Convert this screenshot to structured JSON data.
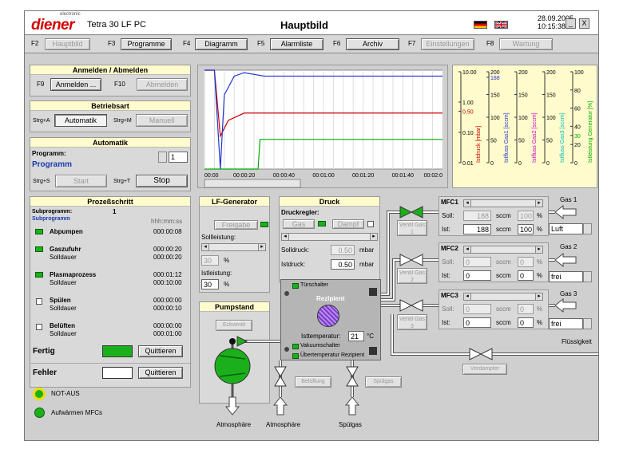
{
  "header": {
    "logo": "diener",
    "logo_sub": "electronic",
    "app_title": "Tetra 30 LF PC",
    "page_title": "Hauptbild",
    "date": "28.09.2005",
    "time": "10:15:38",
    "minimize": "_",
    "close": "X"
  },
  "fkeys": [
    {
      "key": "F2",
      "label": "Hauptbild",
      "enabled": false
    },
    {
      "key": "F3",
      "label": "Programme",
      "enabled": true
    },
    {
      "key": "F4",
      "label": "Diagramm",
      "enabled": true
    },
    {
      "key": "F5",
      "label": "Alarmliste",
      "enabled": true
    },
    {
      "key": "F6",
      "label": "Archiv",
      "enabled": true
    },
    {
      "key": "F7",
      "label": "Einstellungen",
      "enabled": false
    },
    {
      "key": "F8",
      "label": "Wartung",
      "enabled": false
    }
  ],
  "anmelden": {
    "title": "Anmelden / Abmelden",
    "f9": "F9",
    "login": "Anmelden ...",
    "f10": "F10",
    "logout": "Abmelden"
  },
  "betriebsart": {
    "title": "Betriebsart",
    "k1": "Strg+A",
    "auto": "Automatik",
    "k2": "Strg+M",
    "manuell": "Manuell"
  },
  "automatik": {
    "title": "Automatik",
    "programm_label": "Programm:",
    "programm_name": "Programm",
    "value": "1",
    "k1": "Strg+S",
    "start": "Start",
    "k2": "Strg+T",
    "stop": "Stop"
  },
  "prozess": {
    "title": "Prozeßschritt",
    "sub_label": "Subprogramm:",
    "sub_value": "1",
    "sub_name": "Subprogramm",
    "time_format": "hhh:mm:ss",
    "steps": [
      {
        "name": "Abpumpen",
        "line2": "",
        "t1": "000:00:08",
        "t2": ""
      },
      {
        "name": "Gaszufuhr",
        "line2": "Solldauer",
        "t1": "000:00:20",
        "t2": "000:00:20"
      },
      {
        "name": "Plasmaprozess",
        "line2": "Solldauer",
        "t1": "000:01:12",
        "t2": "000:10:00"
      },
      {
        "name": "Spülen",
        "line2": "Solldauer",
        "t1": "000:00:00",
        "t2": "000:00:10"
      },
      {
        "name": "Belüften",
        "line2": "Solldauer",
        "t1": "000:00:00",
        "t2": "000:01:00"
      }
    ],
    "fertig": "Fertig",
    "quit1": "Quittieren",
    "fehler": "Fehler",
    "quit2": "Quittieren"
  },
  "status": {
    "notaus": "NOT-AUS",
    "warm": "Aufwärmen MFCs"
  },
  "chart_data": {
    "type": "line",
    "x_ticks": [
      "00:00",
      "00:00:20",
      "00:00:40",
      "00:01:00",
      "00:01:20",
      "00:01:40",
      "00:02:0"
    ],
    "axes": [
      {
        "label": "Istdruck [mbar]",
        "ticks": [
          "10.00",
          "1.00",
          "0.50",
          "0.10",
          "0.01"
        ],
        "color": "#cc0000"
      },
      {
        "label": "Istfluss Gas1 [sccm]",
        "ticks": [
          "200",
          "188",
          "150",
          "100",
          "50",
          "0"
        ],
        "color": "#2233cc"
      },
      {
        "label": "Istfluss Gas2 [sccm]",
        "ticks": [
          "200",
          "150",
          "100",
          "50",
          "0"
        ],
        "color": "#cc00cc"
      },
      {
        "label": "Istfluss Gas3 [sccm]",
        "ticks": [
          "200",
          "150",
          "100",
          "50",
          "0"
        ],
        "color": "#00bbbb"
      },
      {
        "label": "Istleistung Generator [%]",
        "ticks": [
          "100",
          "80",
          "60",
          "40",
          "30",
          "20",
          "0"
        ],
        "color": "#00aa00"
      }
    ],
    "series": [
      {
        "axis": "Istdruck [mbar]",
        "color": "#cc0000",
        "x": [
          0,
          5,
          8,
          12,
          20,
          40,
          100,
          120
        ],
        "y": [
          10,
          10,
          0.1,
          0.3,
          0.5,
          0.5,
          0.5,
          0.5
        ]
      },
      {
        "axis": "Istfluss Gas1 [sccm]",
        "color": "#2233cc",
        "x": [
          0,
          5,
          8,
          10,
          15,
          20,
          30,
          120
        ],
        "y": [
          200,
          200,
          0,
          150,
          188,
          195,
          188,
          188
        ]
      },
      {
        "axis": "Istleistung Generator [%]",
        "color": "#00aa00",
        "x": [
          0,
          27,
          28,
          120
        ],
        "y": [
          0,
          0,
          30,
          30
        ]
      }
    ]
  },
  "lfgen": {
    "title": "LF-Generator",
    "freigabe": "Freigabe",
    "soll_label": "Sollleistung:",
    "soll": "30",
    "unit": "%",
    "ist_label": "Istleistung:",
    "ist": "30"
  },
  "druck": {
    "title": "Druck",
    "regler": "Druckregler:",
    "gas": "Gas",
    "dampf": "Dampf",
    "solldruck_label": "Solldruck:",
    "solldruck": "0.50",
    "istdruck_label": "Istdruck:",
    "istdruck": "0.50",
    "unit": "mbar"
  },
  "pumpstand": {
    "title": "Pumpstand",
    "eckventil": "Eckventil"
  },
  "rezipient": {
    "tuer": "Türschalter",
    "title": "Rezipient",
    "temp_label": "Isttemperatur:",
    "temp": "21",
    "temp_unit": "°C",
    "vakuum": "Vakuumschalter",
    "uebertemp": "Übertemperatur Rezipient"
  },
  "mfc": [
    {
      "title": "MFC1",
      "soll": "188",
      "ist": "188",
      "p1": "100",
      "p2": "100",
      "gas": "Gas 1",
      "sel": "Luft",
      "valve": "Ventil Gas 1"
    },
    {
      "title": "MFC2",
      "soll": "0",
      "ist": "0",
      "p1": "0",
      "p2": "0",
      "gas": "Gas 2",
      "sel": "frei",
      "valve": "Ventil Gas 2"
    },
    {
      "title": "MFC3",
      "soll": "0",
      "ist": "0",
      "p1": "0",
      "p2": "0",
      "gas": "Gas 3",
      "sel": "frei",
      "valve": "Ventil Gas 3"
    }
  ],
  "mfc_labels": {
    "soll": "Soll:",
    "ist": "Ist:",
    "unit": "sccm",
    "pct": "%"
  },
  "bottom": {
    "belueftung": "Belüftung",
    "spuelgas_btn": "Spülgas",
    "atm1": "Atmosphäre",
    "atm2": "Atmosphäre",
    "spuelgas": "Spülgas",
    "fluessigkeit": "Flüssigkeit",
    "verdampfer": "Verdampfer"
  }
}
